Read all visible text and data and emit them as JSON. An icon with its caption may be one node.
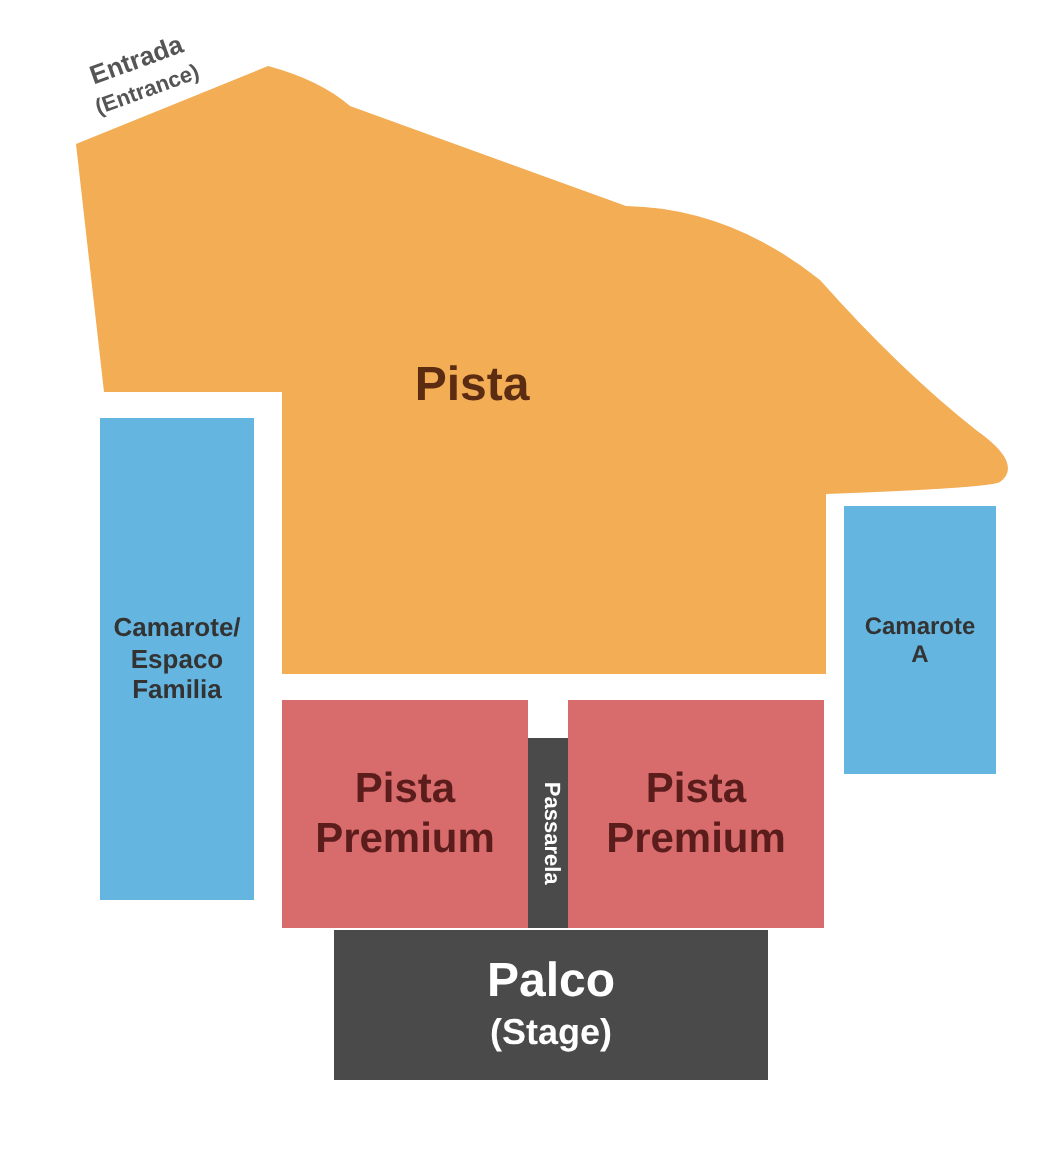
{
  "diagram": {
    "nodes": [
      {
        "text": [
          "Pista"
        ]
      },
      {
        "text": [
          "Camarote/ Espaco Familia"
        ]
      },
      {
        "text": [
          "Camarote A"
        ]
      },
      {
        "text": [
          "Pista Premium"
        ]
      },
      {
        "text": [
          "Passarela"
        ]
      },
      {
        "text": [
          "Pista Premium"
        ]
      },
      {
        "text": [
          "Palco",
          "(Stage)"
        ]
      }
    ],
    "labels": [
      "Entrada",
      "(Entrance)"
    ]
  }
}
